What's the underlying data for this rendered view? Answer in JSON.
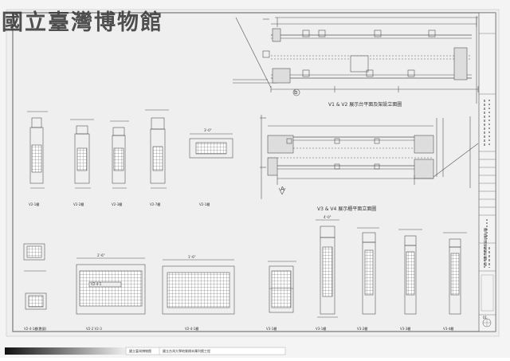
{
  "watermark": {
    "text": "國立臺灣博物館"
  },
  "drawing": {
    "top_title": "V1 & V2 展示台平面及架設立面圖",
    "middle_title": "V3 & V4 展示櫃平面立面圖",
    "marker_b": "b",
    "marker_a": "A"
  },
  "row1_labels": [
    "V2-1櫃",
    "V2-2櫃",
    "V2-3櫃",
    "V2-7櫃",
    "V2-1櫃"
  ],
  "row2_labels": [
    "V2-4-1櫃(數量)",
    "V2-2  V2-3",
    "V2-4-1櫃",
    "V3-1櫃",
    "V3-1櫃",
    "V3-2櫃",
    "V3-3櫃",
    "V3-4櫃"
  ],
  "legend_text": "V2-4-1",
  "small_dims": [
    "3'-0\"",
    "2'-6\"",
    "1'-6\"",
    "4'-0\""
  ],
  "footer": {
    "code": "國立臺灣博物館",
    "description": "國立台灣大學地質標本陳列館工程"
  },
  "title_block": {
    "project": "國立臺灣博物館展示櫃工程",
    "sheet_no": "01"
  }
}
